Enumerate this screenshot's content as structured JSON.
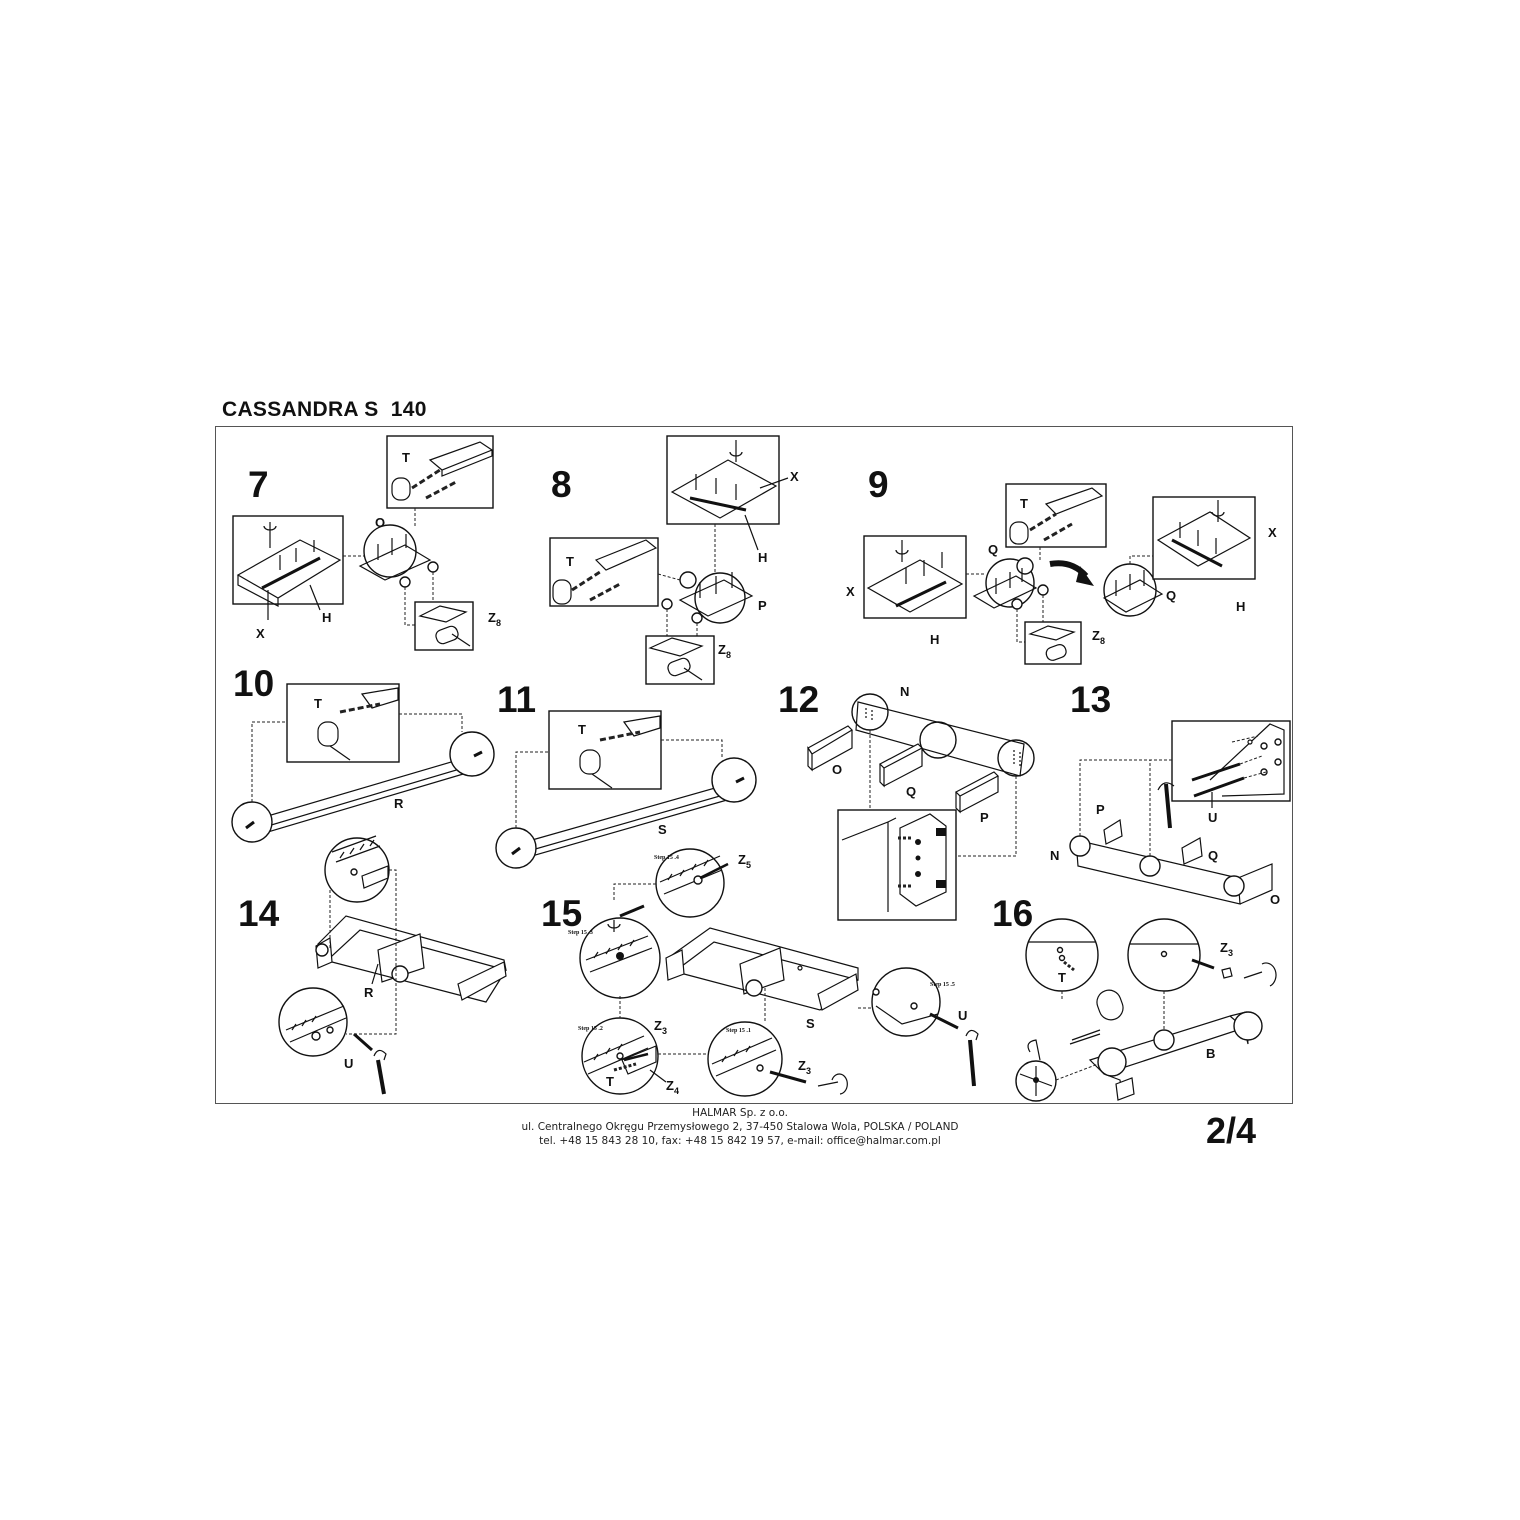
{
  "document": {
    "title": "CASSANDRA S  140",
    "page": "2/4"
  },
  "steps": [
    {
      "number": "7",
      "labels": [
        "T",
        "O",
        "X",
        "H",
        "Z8"
      ]
    },
    {
      "number": "8",
      "labels": [
        "X",
        "H",
        "T",
        "P",
        "Z8"
      ]
    },
    {
      "number": "9",
      "labels": [
        "T",
        "Q",
        "X",
        "H",
        "Z8"
      ]
    },
    {
      "number": "10",
      "labels": [
        "T",
        "R"
      ]
    },
    {
      "number": "11",
      "labels": [
        "T",
        "S"
      ]
    },
    {
      "number": "12",
      "labels": [
        "N",
        "O",
        "Q",
        "P"
      ]
    },
    {
      "number": "13",
      "labels": [
        "P",
        "N",
        "Q",
        "O",
        "U"
      ]
    },
    {
      "number": "14",
      "labels": [
        "R",
        "U"
      ]
    },
    {
      "number": "15",
      "labels": [
        "Z5",
        "S",
        "U",
        "Z3",
        "T",
        "Z4"
      ],
      "sub_steps": [
        "Step 15.1",
        "Step 15.2",
        "Step 15.3",
        "Step 15.4",
        "Step 15.5"
      ]
    },
    {
      "number": "16",
      "labels": [
        "Z3",
        "T",
        "B"
      ]
    }
  ],
  "footer": {
    "company": "HALMAR Sp. z o.o.",
    "address": "ul. Centralnego Okręgu Przemysłowego 2, 37-450 Stalowa Wola, POLSKA / POLAND",
    "contact": "tel. +48 15 843 28 10, fax: +48 15 842 19 57, e-mail: office@halmar.com.pl"
  }
}
